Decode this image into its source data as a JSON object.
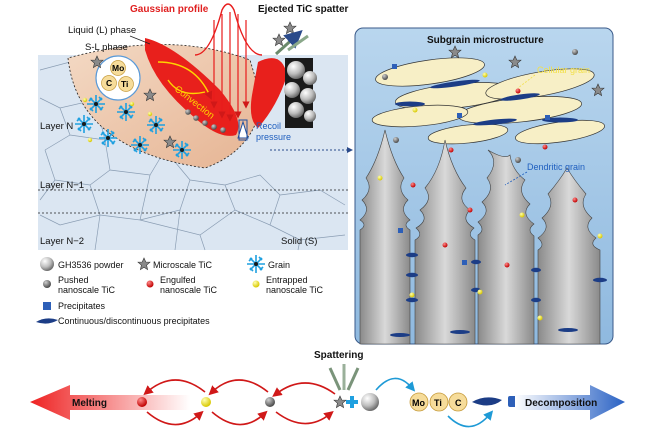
{
  "labels": {
    "gaussian_profile": "Gaussian profile",
    "ejected_spatter": "Ejected TiC spatter",
    "liquid_phase": "Liquid (L) phase",
    "sl_phase": "S-L phase",
    "mo": "Mo",
    "c": "C",
    "ti": "Ti",
    "convection": "Convection",
    "layer_n": "Layer N",
    "layer_n1": "Layer N−1",
    "layer_n2": "Layer N−2",
    "recoil": "Recoil",
    "pressure": "pressure",
    "solid": "Solid (S)",
    "subgrain": "Subgrain microstructure",
    "cellular": "Cellular grain",
    "dendritic": "Dendritic grain"
  },
  "legend": {
    "powder": "GH3536 powder",
    "micro_tic": "Microscale TiC",
    "grain": "Grain",
    "pushed_1": "Pushed",
    "pushed_2": "nanoscale TiC",
    "engulfed_1": "Engulfed",
    "engulfed_2": "nanoscale TiC",
    "entrapped_1": "Entrapped",
    "entrapped_2": "nanoscale TiC",
    "precipitates": "Precipitates",
    "continuous": "Continuous/discontinuous precipitates"
  },
  "flow": {
    "spattering": "Spattering",
    "melting": "Melting",
    "decomposition": "Decomposition",
    "mo": "Mo",
    "ti": "Ti",
    "c": "C"
  },
  "colors": {
    "red_particle": "#e31b1b",
    "yellow_particle": "#f4ea1a",
    "grey_particle": "#7d7d7d",
    "precipitate_blue": "#2d5fb8",
    "liquid_red": "#e8201c",
    "inset_bg": "#a9cbe8",
    "cellular_fill": "#f7efc6"
  }
}
